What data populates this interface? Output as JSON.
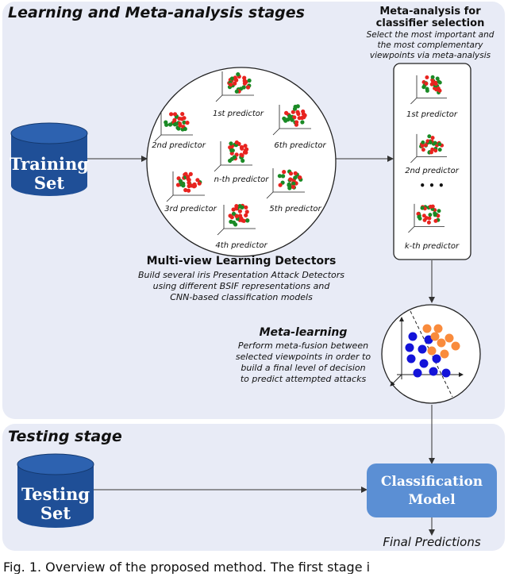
{
  "stages": {
    "learning_title": "Learning and Meta-analysis stages",
    "testing_title": "Testing stage"
  },
  "training_set": {
    "line1": "Training",
    "line2": "Set"
  },
  "testing_set": {
    "line1": "Testing",
    "line2": "Set"
  },
  "predictors": [
    "1st predictor",
    "2nd predictor",
    "6th predictor",
    "n-th predictor",
    "3rd predictor",
    "5th predictor",
    "4th predictor"
  ],
  "multiview": {
    "title": "Multi-view Learning Detectors",
    "desc": [
      "Build several iris Presentation Attack Detectors",
      "using different BSIF representations and",
      "CNN-based classification models"
    ]
  },
  "meta_analysis": {
    "title": [
      "Meta-analysis for",
      "classifier selection"
    ],
    "desc": [
      "Select the most important and",
      "the most complementary",
      "viewpoints via meta-analysis"
    ],
    "selected": [
      "1st predictor",
      "2nd predictor",
      "k-th predictor"
    ],
    "ellipsis": "• • •"
  },
  "meta_learning": {
    "title": "Meta-learning",
    "desc": [
      "Perform meta-fusion between",
      "selected viewpoints  in order to",
      "build a final level of decision",
      "to predict attempted attacks"
    ]
  },
  "classification": {
    "line1": "Classification",
    "line2": "Model"
  },
  "final": "Final Predictions",
  "caption": "Fig. 1.  Overview of the proposed method. The first stage i",
  "colors": {
    "panel": "#e8ebf6",
    "cylinder": "#1f4f97",
    "model": "#5b8fd4",
    "red": "#e8231f",
    "green": "#1a8a25",
    "blue": "#1313d9",
    "orange": "#f98b3c"
  }
}
